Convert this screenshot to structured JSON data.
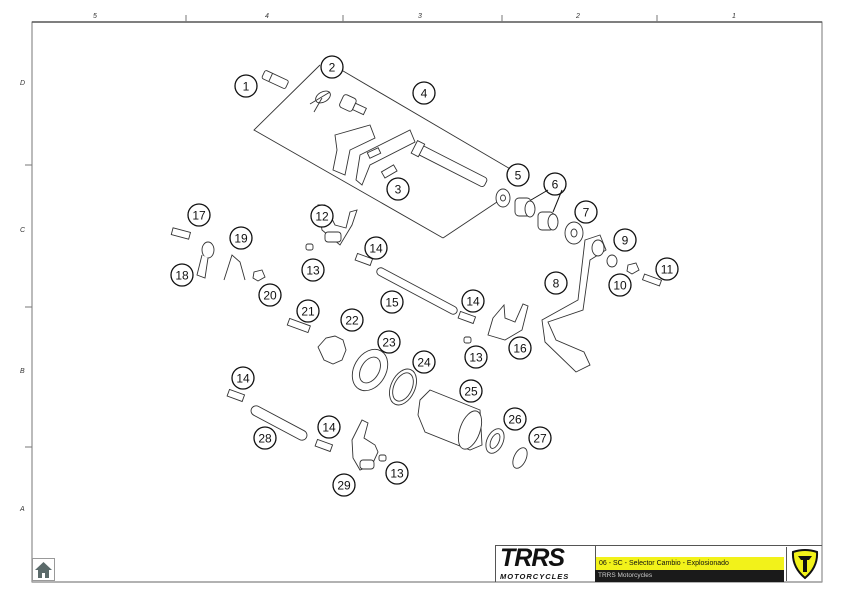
{
  "frame": {
    "column_labels": [
      "5",
      "4",
      "3",
      "2",
      "1"
    ],
    "row_labels": [
      "D",
      "C",
      "B",
      "A"
    ]
  },
  "diagram": {
    "callouts": [
      "1",
      "2",
      "4",
      "3",
      "5",
      "6",
      "7",
      "9",
      "8",
      "10",
      "11",
      "12",
      "14",
      "13",
      "17",
      "19",
      "18",
      "20",
      "15",
      "14",
      "16",
      "13",
      "21",
      "22",
      "23",
      "24",
      "25",
      "26",
      "27",
      "14",
      "28",
      "14",
      "13",
      "29"
    ]
  },
  "title_block": {
    "logo_text": "TRRS",
    "logo_subtext": "MOTORCYCLES",
    "title": "06 - SC - Selector Cambio - Explosionado",
    "subtitle": "TRRS Motorcycles",
    "accent_color": "#f2f21a"
  },
  "nav": {
    "home_icon": "home-icon"
  }
}
